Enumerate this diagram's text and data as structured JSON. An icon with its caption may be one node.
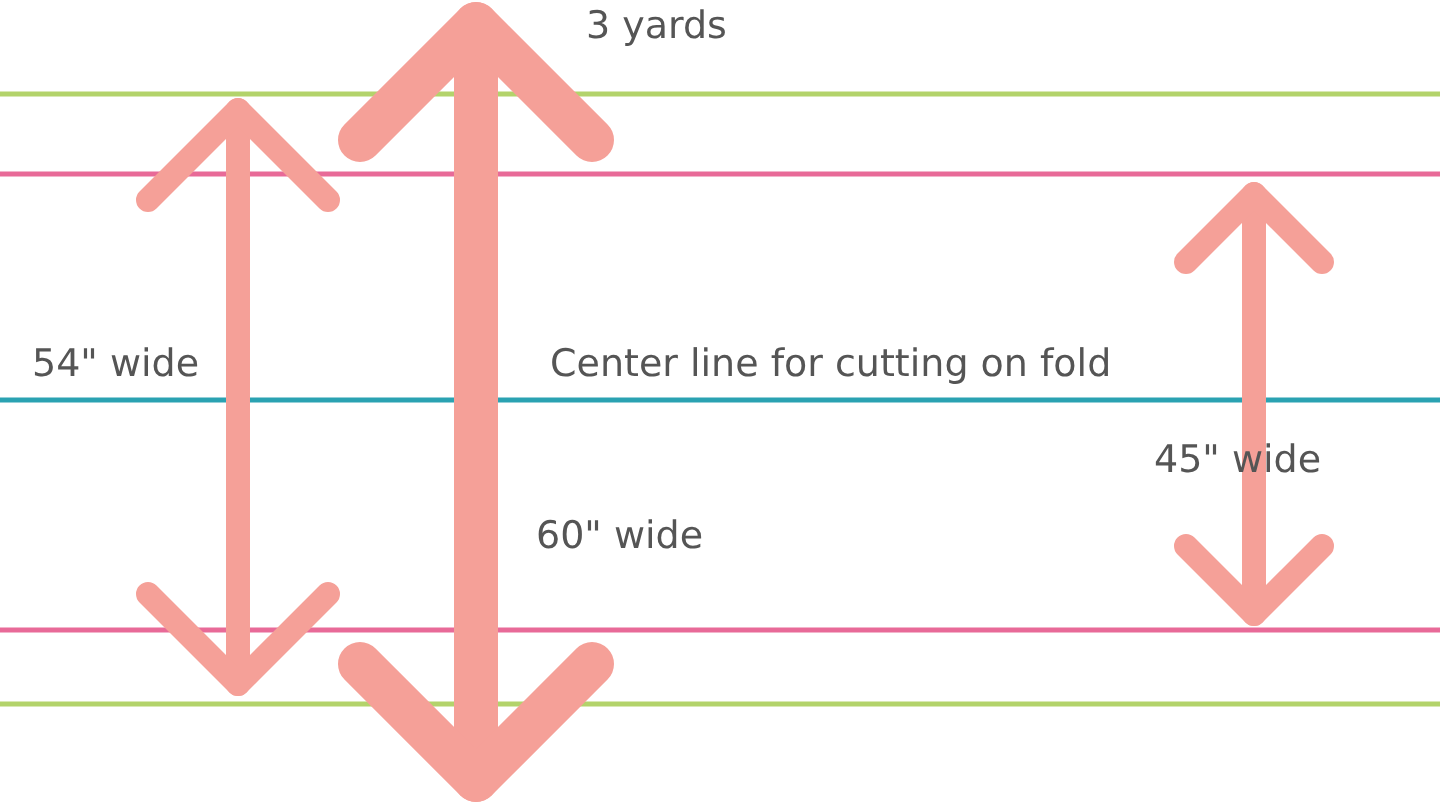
{
  "diagram": {
    "labels": [
      "3 yards",
      "54\" wide",
      "Center line for cutting on fold",
      "45\" wide",
      "60\" wide"
    ]
  }
}
